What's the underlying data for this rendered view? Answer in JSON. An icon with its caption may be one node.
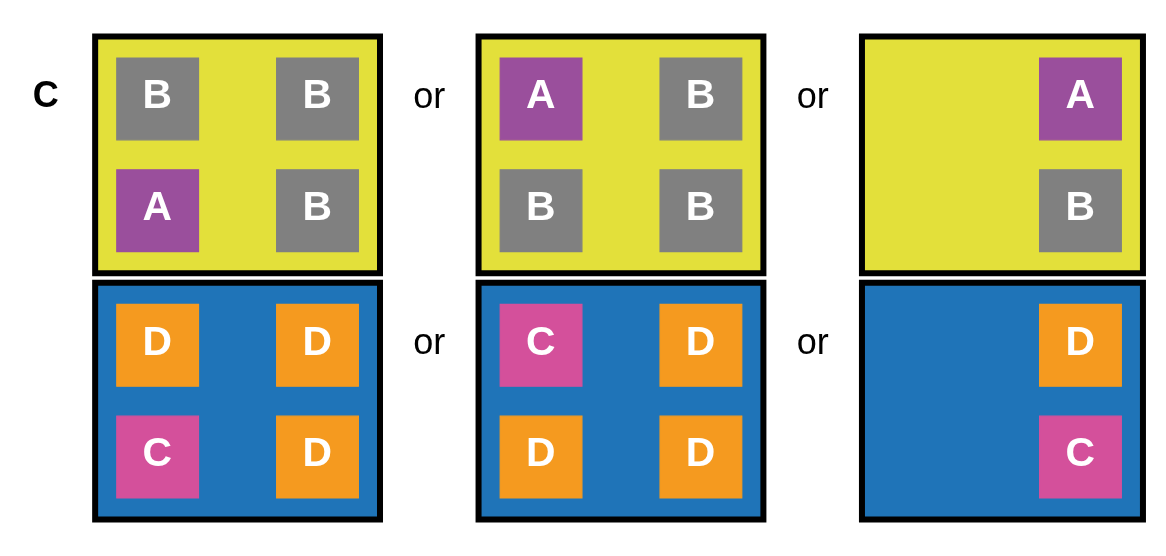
{
  "diagram": {
    "nodes": [
      {
        "text": [],
        "shape": "box"
      },
      {
        "text": [
          "B"
        ],
        "in": 0
      },
      {
        "text": [
          "B"
        ],
        "in": 0
      },
      {
        "text": [
          "A"
        ],
        "in": 0
      },
      {
        "text": [
          "B"
        ],
        "in": 0
      },
      {
        "text": [],
        "shape": "box"
      },
      {
        "text": [
          "A"
        ],
        "in": 5
      },
      {
        "text": [
          "B"
        ],
        "in": 5
      },
      {
        "text": [
          "B"
        ],
        "in": 5
      },
      {
        "text": [
          "B"
        ],
        "in": 5
      },
      {
        "text": [],
        "shape": "box"
      },
      {
        "text": [
          "A"
        ],
        "in": 10
      },
      {
        "text": [
          "B"
        ],
        "in": 10
      },
      {
        "text": [],
        "shape": "box"
      },
      {
        "text": [
          "D"
        ],
        "in": 13
      },
      {
        "text": [
          "D"
        ],
        "in": 13
      },
      {
        "text": [
          "C"
        ],
        "in": 13
      },
      {
        "text": [
          "D"
        ],
        "in": 13
      },
      {
        "text": [],
        "shape": "box"
      },
      {
        "text": [
          "C"
        ],
        "in": 18
      },
      {
        "text": [
          "D"
        ],
        "in": 18
      },
      {
        "text": [
          "D"
        ],
        "in": 18
      },
      {
        "text": [
          "D"
        ],
        "in": 18
      },
      {
        "text": [],
        "shape": "box"
      },
      {
        "text": [
          "D"
        ],
        "in": 23
      },
      {
        "text": [
          "C"
        ],
        "in": 23
      }
    ],
    "labels": [
      "C",
      "or",
      "or",
      "or",
      "or"
    ]
  }
}
